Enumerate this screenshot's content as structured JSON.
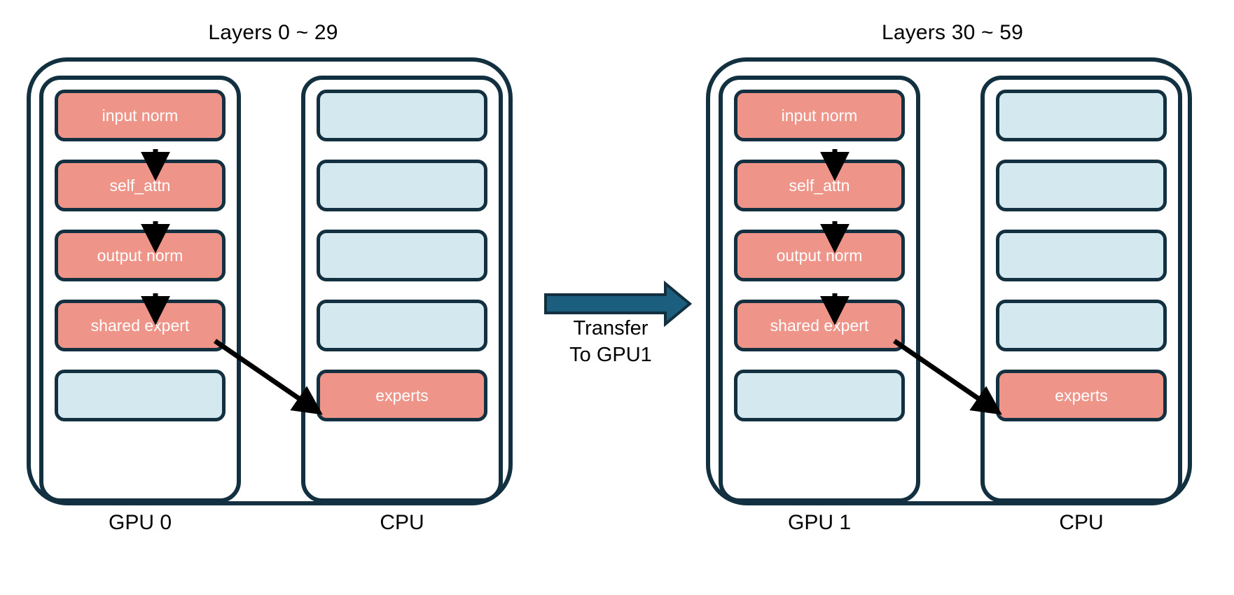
{
  "diagram": {
    "title": "MoE layer offloading across GPU 0, GPU 1 and CPU",
    "background_color": "#ffffff",
    "colors": {
      "active_block": "#ef9489",
      "idle_block": "#d3e8ef",
      "outline": "#12303f",
      "arrow": "#000000",
      "transfer_arrow": "#1b5e7e",
      "block_text": "#ffffff",
      "label_text": "#000000"
    }
  },
  "panels": [
    {
      "title": "Layers 0 ~ 29",
      "columns": [
        {
          "label": "GPU 0",
          "slots": [
            {
              "label": "input norm",
              "state": "active"
            },
            {
              "label": "self_attn",
              "state": "active"
            },
            {
              "label": "output norm",
              "state": "active"
            },
            {
              "label": "shared expert",
              "state": "active"
            },
            {
              "label": "",
              "state": "idle"
            }
          ]
        },
        {
          "label": "CPU",
          "slots": [
            {
              "label": "",
              "state": "idle"
            },
            {
              "label": "",
              "state": "idle"
            },
            {
              "label": "",
              "state": "idle"
            },
            {
              "label": "",
              "state": "idle"
            },
            {
              "label": "experts",
              "state": "active"
            }
          ]
        }
      ]
    },
    {
      "title": "Layers 30 ~ 59",
      "columns": [
        {
          "label": "GPU 1",
          "slots": [
            {
              "label": "input norm",
              "state": "active"
            },
            {
              "label": "self_attn",
              "state": "active"
            },
            {
              "label": "output norm",
              "state": "active"
            },
            {
              "label": "shared expert",
              "state": "active"
            },
            {
              "label": "",
              "state": "idle"
            }
          ]
        },
        {
          "label": "CPU",
          "slots": [
            {
              "label": "",
              "state": "idle"
            },
            {
              "label": "",
              "state": "idle"
            },
            {
              "label": "",
              "state": "idle"
            },
            {
              "label": "",
              "state": "idle"
            },
            {
              "label": "experts",
              "state": "active"
            }
          ]
        }
      ]
    }
  ],
  "transfer": {
    "line1": "Transfer",
    "line2": "To GPU1"
  }
}
